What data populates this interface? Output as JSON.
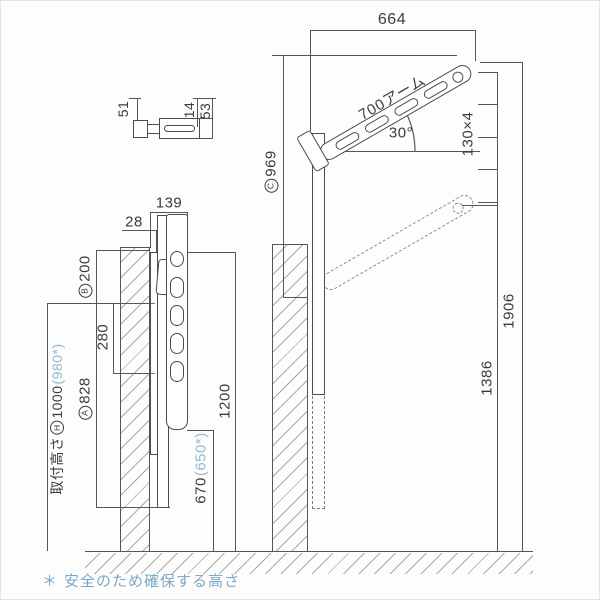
{
  "colors": {
    "line": "#565656",
    "text": "#3b3b3b",
    "accent_blue": "#93b9d0",
    "footnote_blue": "#7da8c5"
  },
  "top_view": {
    "d51": "51",
    "d14": "14",
    "d53": "53"
  },
  "left_view": {
    "d139": "139",
    "d28": "28",
    "b_letter": "B",
    "b_value": "200",
    "d280": "280",
    "a_letter": "A",
    "a_value": "828",
    "h_prefix": "取付高さ",
    "h_letter": "H",
    "h_value": "1000",
    "h_alt": "(980*)",
    "d1200": "1200",
    "d670": "670",
    "d670_alt": "(650*)"
  },
  "right_view": {
    "d664": "664",
    "arm_label": "700アーム",
    "angle": "30°",
    "c_letter": "C",
    "c_value": "969",
    "d130x4": "130×4",
    "d1386": "1386",
    "d1906": "1906"
  },
  "footnote": {
    "mark": "＊",
    "text": "安全のため確保する高さ"
  }
}
